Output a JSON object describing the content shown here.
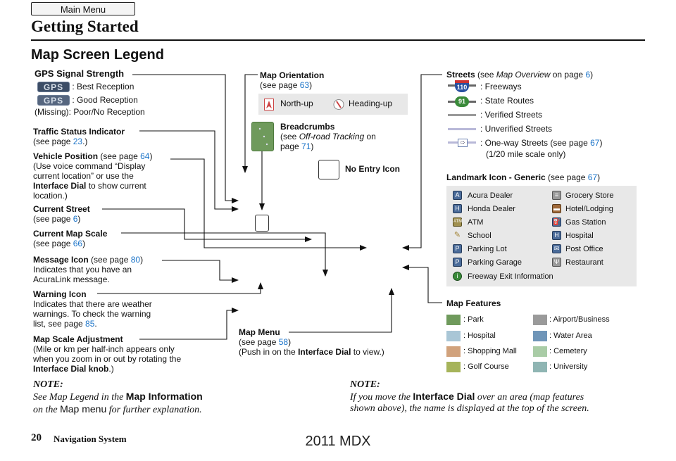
{
  "header": {
    "main_menu": "Main Menu",
    "title": "Getting Started",
    "section": "Map Screen Legend"
  },
  "gps": {
    "label": "GPS Signal Strength",
    "badge": "GPS",
    "best": ": Best Reception",
    "good": ": Good Reception",
    "poor": "(Missing): Poor/No Reception"
  },
  "traffic": {
    "label": "Traffic Status Indicator",
    "ref_pre": "(see page ",
    "ref_page": "23",
    "ref_post": ".)"
  },
  "vehicle": {
    "label": "Vehicle Position",
    "ref_pre": " (see page ",
    "ref_page": "64",
    "ref_post": ")",
    "line1": "(Use voice command “Display",
    "line2": "current location” or use the",
    "line3_bold": "Interface Dial",
    "line3_rest": " to show current",
    "line4": "location.)"
  },
  "current_street": {
    "label": "Current Street",
    "ref_pre": "(see page ",
    "ref_page": "6",
    "ref_post": ")"
  },
  "map_scale": {
    "label": "Current Map Scale",
    "ref_pre": "(see page ",
    "ref_page": "66",
    "ref_post": ")"
  },
  "message": {
    "label": "Message Icon",
    "ref_pre": " (see page ",
    "ref_page": "80",
    "ref_post": ")",
    "line1": "Indicates that you have an",
    "line2": "AcuraLink message."
  },
  "warning": {
    "label": "Warning Icon",
    "line1": "Indicates that there are weather",
    "line2": "warnings. To check the warning",
    "line3_pre": "list, see page ",
    "line3_page": "85",
    "line3_post": "."
  },
  "scale_adj": {
    "label": "Map Scale Adjustment",
    "line1": "(Mile or km per half-inch appears only",
    "line2": "when you zoom in or out by rotating the",
    "line3_bold": "Interface Dial knob",
    "line3_rest": ".)"
  },
  "orientation": {
    "label": "Map Orientation",
    "ref_pre": "(see page ",
    "ref_page": "63",
    "ref_post": ")",
    "north": "North-up",
    "heading": "Heading-up"
  },
  "breadcrumbs": {
    "label": "Breadcrumbs",
    "line1_pre": "(see ",
    "line1_ital": "Off-road Tracking",
    "line1_post": " on",
    "line2_pre": "page ",
    "line2_page": "71",
    "line2_post": ")"
  },
  "no_entry": {
    "label": "No Entry Icon"
  },
  "map_menu": {
    "label": "Map Menu",
    "ref_pre": "(see page ",
    "ref_page": "58",
    "ref_post": ")",
    "line2_pre": "(Push in on the ",
    "line2_bold": "Interface Dial",
    "line2_post": " to view.)"
  },
  "streets": {
    "label": "Streets",
    "ref_pre": " (see ",
    "ref_ital": "Map Overview",
    "ref_mid": " on page ",
    "ref_page": "6",
    "ref_post": ")",
    "freeways": ": Freeways",
    "state": ": State Routes",
    "verified": ": Verified Streets",
    "unverified": ": Unverified Streets",
    "oneway_pre": ": One-way Streets (see page ",
    "oneway_page": "67",
    "oneway_post": ")",
    "oneway_note": "(1/20 mile scale only)",
    "shield_fwy": "110",
    "shield_state": "91"
  },
  "landmark": {
    "label": "Landmark Icon - Generic",
    "ref_pre": " (see page ",
    "ref_page": "67",
    "ref_post": ")",
    "items": [
      "Acura Dealer",
      "Grocery Store",
      "Honda Dealer",
      "Hotel/Lodging",
      "ATM",
      "Gas Station",
      "School",
      "Hospital",
      "Parking Lot",
      "Post Office",
      "Parking Garage",
      "Restaurant",
      "Freeway Exit Information"
    ]
  },
  "features": {
    "label": "Map Features",
    "items": [
      ": Park",
      ": Airport/Business",
      ": Hospital",
      ": Water Area",
      ": Shopping Mall",
      ": Cemetery",
      ": Golf Course",
      ": University"
    ],
    "colors": [
      "#6f9a5c",
      "#9a9a9a",
      "#a9c6d6",
      "#6f95b8",
      "#d1a27c",
      "#a9cca6",
      "#a6b45a",
      "#8fb5b3"
    ]
  },
  "note_left": {
    "head": "NOTE:",
    "l1_ital": "See Map Legend in the ",
    "l1_bold": "Map Information",
    "l2_pre": "on the ",
    "l2_norm": "Map menu",
    "l2_ital": " for further explanation."
  },
  "note_right": {
    "head": "NOTE:",
    "l1_ital": "If you move the ",
    "l1_bold": "Interface Dial",
    "l1_post": " over an area (map features",
    "l2": "shown above), the name is displayed at the top of the screen."
  },
  "footer": {
    "page": "20",
    "title": "Navigation System",
    "watermark": "2011 MDX"
  },
  "colors": {
    "link": "#1a73c8",
    "panel": "#e8e8e8",
    "freeway_line": "#666666",
    "unverified_line": "#b8b8d8"
  }
}
